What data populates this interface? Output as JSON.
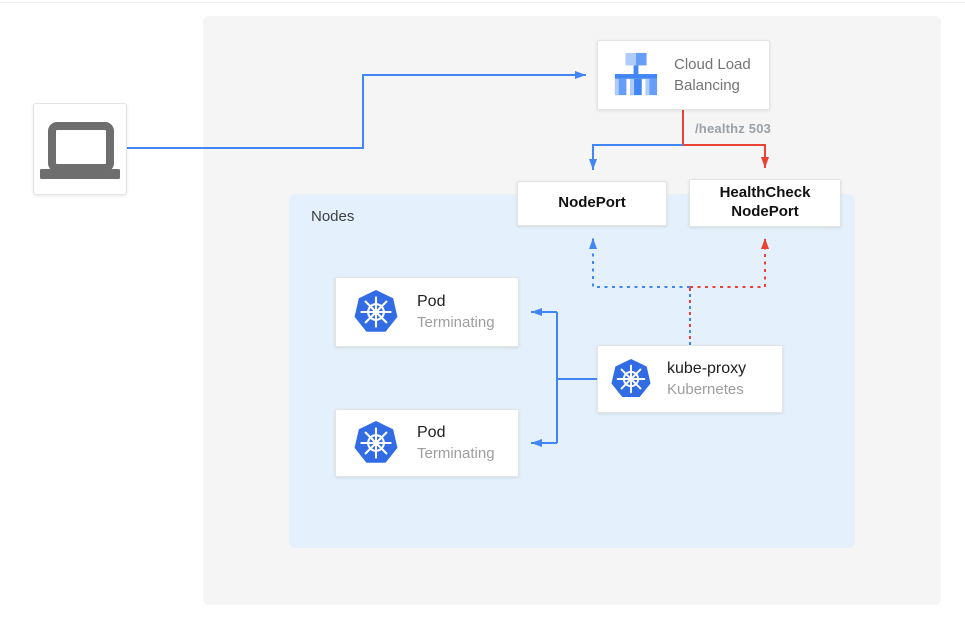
{
  "panel": {
    "nodes_label": "Nodes"
  },
  "clb": {
    "label": "Cloud Load Balancing"
  },
  "edge": {
    "healthz_label": "/healthz 503"
  },
  "nodeport": {
    "label": "NodePort"
  },
  "healthcheck_nodeport": {
    "line1": "HealthCheck",
    "line2": "NodePort"
  },
  "pods": [
    {
      "title": "Pod",
      "subtitle": "Terminating"
    },
    {
      "title": "Pod",
      "subtitle": "Terminating"
    }
  ],
  "kube_proxy": {
    "title": "kube-proxy",
    "subtitle": "Kubernetes"
  },
  "icons": {
    "client": "laptop-icon",
    "load_balancer": "cloud-load-balancing-icon",
    "kubernetes": "kubernetes-icon"
  },
  "colors": {
    "traffic_blue": "#4285f4",
    "health_red": "#ea4335",
    "kubernetes_blue": "#326ce5",
    "outer_panel_bg": "#f5f5f5",
    "nodes_panel_bg": "#e4f1fc",
    "muted_text": "#9e9e9e",
    "label_text": "#757575"
  }
}
